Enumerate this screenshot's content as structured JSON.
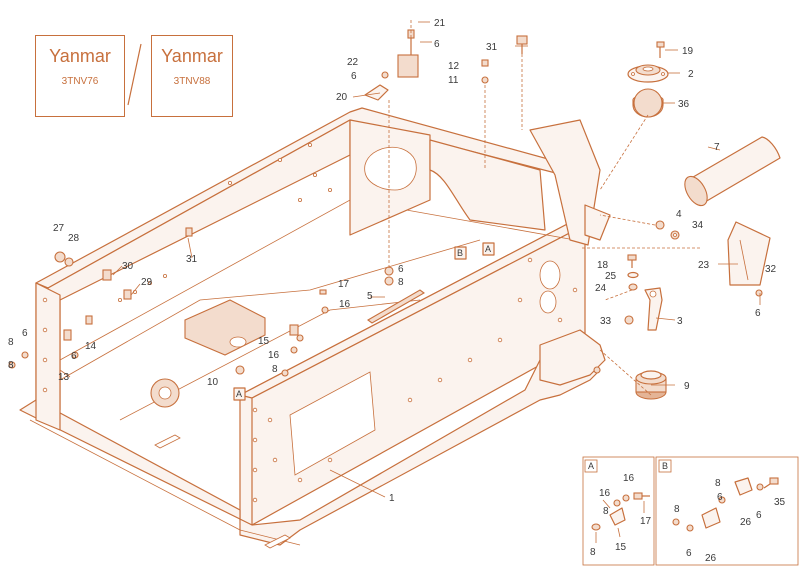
{
  "colors": {
    "line": "#c7703d",
    "label": "#3a3a3a",
    "fill_light": "#fbf3ee",
    "fill_mid": "#f3dccd",
    "fill_dark": "#e4b496"
  },
  "engines": [
    {
      "brand": "Yanmar",
      "model": "3TNV76"
    },
    {
      "brand": "Yanmar",
      "model": "3TNV88"
    }
  ],
  "callouts": [
    "1",
    "2",
    "3",
    "4",
    "5",
    "6",
    "7",
    "8",
    "9",
    "10",
    "11",
    "12",
    "13",
    "14",
    "15",
    "16",
    "17",
    "18",
    "19",
    "20",
    "21",
    "22",
    "23",
    "24",
    "25",
    "26",
    "27",
    "28",
    "29",
    "30",
    "31",
    "32",
    "33",
    "34",
    "35",
    "36"
  ],
  "labels": {
    "p21": "21",
    "p6a": "6",
    "p31a": "31",
    "p19": "19",
    "p22": "22",
    "p12": "12",
    "p2": "2",
    "p6b": "6",
    "p11": "11",
    "p20": "20",
    "p36": "36",
    "p7": "7",
    "p4": "4",
    "p34": "34",
    "p27": "27",
    "p28": "28",
    "p31b": "31",
    "p18": "18",
    "p23": "23",
    "p32": "32",
    "p6c": "6",
    "p8a": "8",
    "p30": "30",
    "p25": "25",
    "p24": "24",
    "p6d": "6",
    "p29": "29",
    "p17a": "17",
    "p5": "5",
    "p3": "3",
    "p16a": "16",
    "p33": "33",
    "p6e": "6",
    "p8b": "8",
    "p6f": "6",
    "p14": "14",
    "p15a": "15",
    "p16b": "16",
    "p8c": "8",
    "p13": "13",
    "p10": "10",
    "p8d": "8",
    "p9": "9",
    "p1": "1"
  },
  "section_marks": {
    "a_main": "A",
    "b_main": "B",
    "a_main2": "A"
  },
  "detail_a": {
    "tag": "A",
    "labels": {
      "p16a": "16",
      "p16b": "16",
      "p8": "8",
      "p17": "17",
      "p15": "15",
      "p8b": "8"
    }
  },
  "detail_b": {
    "tag": "B",
    "labels": {
      "p8": "8",
      "p8b": "8",
      "p35": "35",
      "p6": "6",
      "p26": "26",
      "p6b": "6",
      "p6c": "6",
      "p26b": "26"
    }
  }
}
